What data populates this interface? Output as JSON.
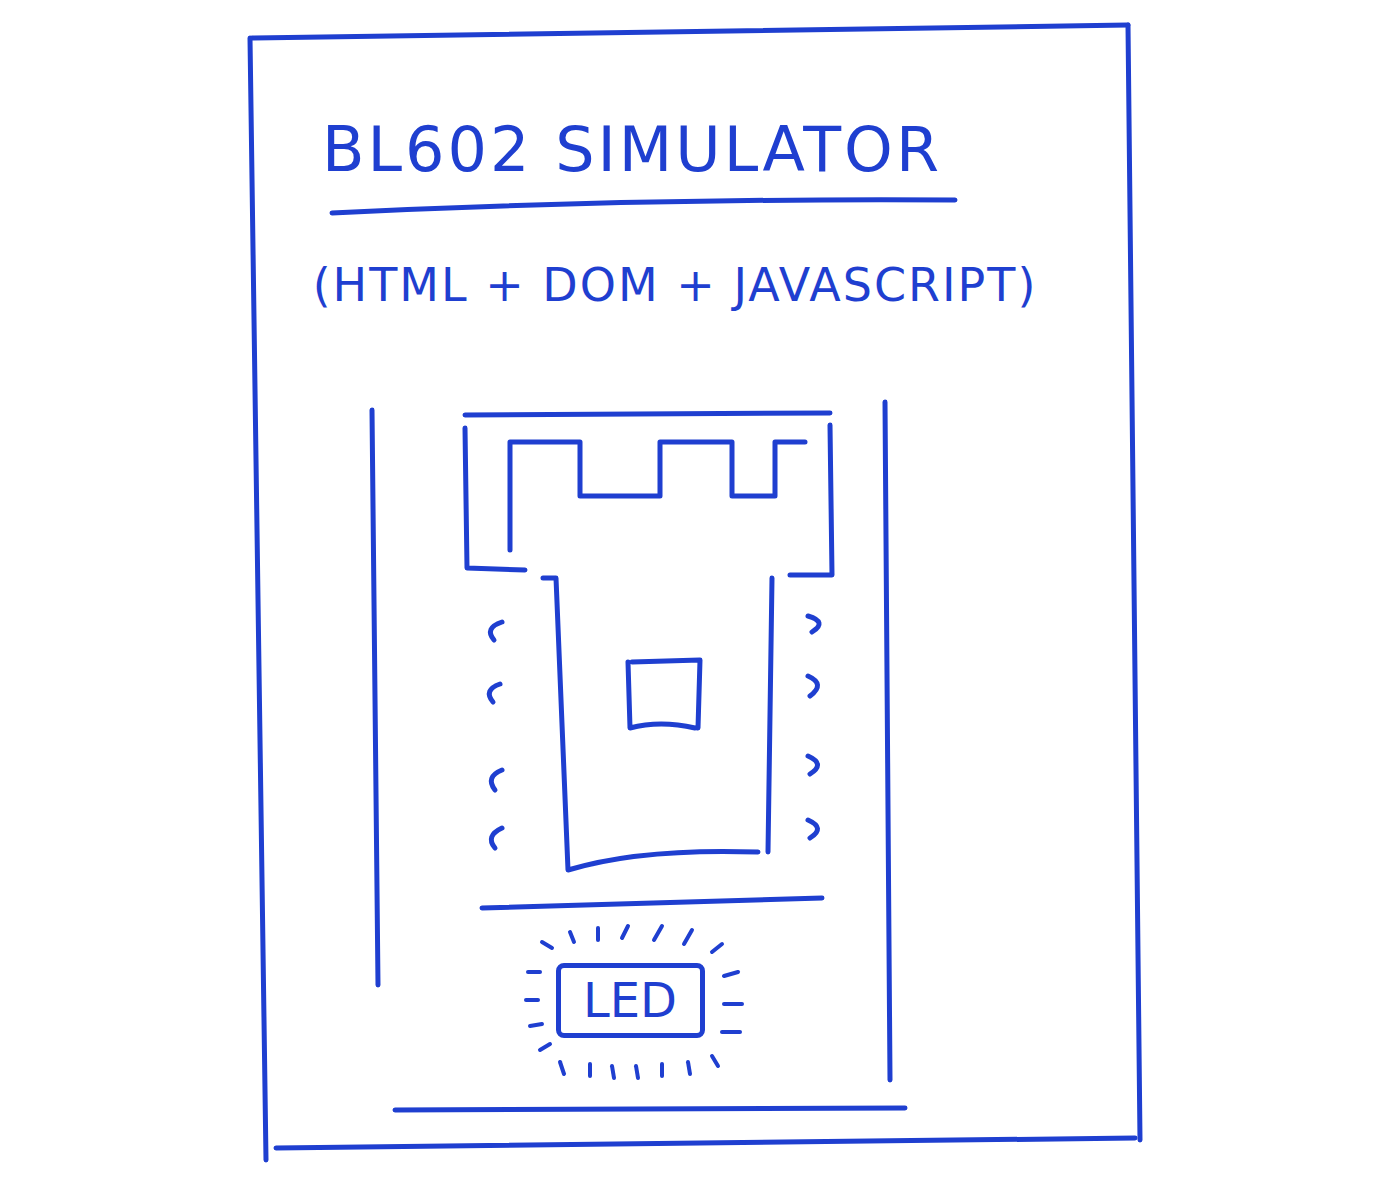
{
  "diagram": {
    "title": "BL602 SIMULATOR",
    "nodes": [
      {
        "text": [
          "LED"
        ]
      }
    ],
    "labels": [
      "(HTML + DOM + JAVASCRIPT)"
    ]
  }
}
